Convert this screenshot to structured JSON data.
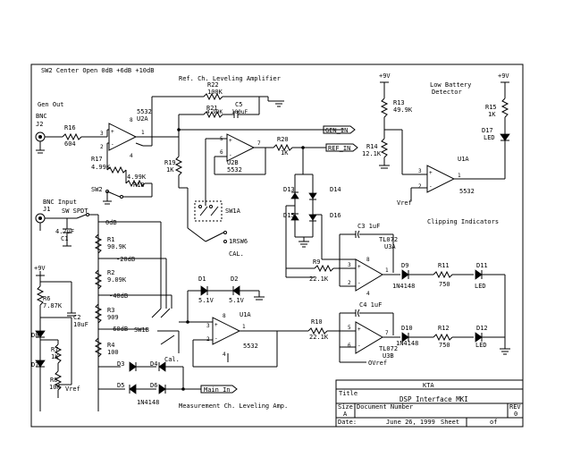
{
  "notes": {
    "switch_note": "SW2 Center Open  0dB +6dB +10dB",
    "ref_amp": "Ref. Ch. Leveling Amplifier",
    "meas_amp": "Measurement Ch. Leveling Amp.",
    "low_battery": [
      "Low Battery",
      "Detector"
    ],
    "clipping": "Clipping Indicators",
    "gen_out": "Gen Out",
    "bnc_j2": [
      "BNC",
      "J2"
    ],
    "bnc_j1": [
      "BNC Input",
      "J1"
    ],
    "sw_spdt": "SW SPDT"
  },
  "nets": {
    "gen_in": "GEN_IN",
    "ref_in": "REF_IN",
    "main_in": "Main In",
    "vref": "Vref",
    "ovref": "OVref",
    "plus9v": "+9V"
  },
  "components": {
    "r16": [
      "R16",
      "604"
    ],
    "r17": [
      "R17",
      "4.99K"
    ],
    "r18": [
      "4.99K",
      "R18"
    ],
    "r19": [
      "R19",
      "1K"
    ],
    "r20": [
      "R20",
      "1K"
    ],
    "r21": [
      "R21",
      "4.99K"
    ],
    "r22": [
      "R22",
      "100K"
    ],
    "c5": [
      "C5",
      "100uF"
    ],
    "u2a": [
      "5532",
      "U2A"
    ],
    "u2b": [
      "U2B",
      "5532"
    ],
    "sw2": "SW2",
    "sw1a": "SW1A",
    "sw1rsw6": "1RSW6",
    "cal": "CAL.",
    "cal2": "Cal.",
    "c1": [
      "4.7uF",
      "C1"
    ],
    "r1": [
      "R1",
      "90.9K"
    ],
    "r2": [
      "R2",
      "9.09K"
    ],
    "r3": [
      "R3",
      "909"
    ],
    "r4": [
      "R4",
      "100"
    ],
    "db0": "0dB",
    "db20": "-20dB",
    "db40": "-40dB",
    "db60": "-60dB",
    "sw1b": "SW1B",
    "d1": [
      "D1",
      "5.1V"
    ],
    "d2": [
      "D2",
      "5.1V"
    ],
    "u1a": [
      "U1A",
      "5532"
    ],
    "d3": "D3",
    "d4": "D4",
    "d5": "D5",
    "d6": "D6",
    "d_part": "1N4148",
    "r6": [
      "R6",
      "7.87K"
    ],
    "c2": [
      "C2",
      "10uF"
    ],
    "r7": [
      "R7",
      "1K"
    ],
    "r8": [
      "R8",
      "10K"
    ],
    "d7": "D7",
    "d8": "D8",
    "d13": "D13",
    "d14": "D14",
    "d15": "D15",
    "d16": "D16",
    "r9": [
      "R9",
      "22.1K"
    ],
    "r10": [
      "R10",
      "22.1K"
    ],
    "c3": "C3 1uF",
    "c4": "C4 1uF",
    "u3a": [
      "TL072",
      "U3A"
    ],
    "u3b": [
      "TL072",
      "U3B"
    ],
    "d9": "D9",
    "d10": "D10",
    "r11": [
      "R11",
      "750"
    ],
    "r12": [
      "R12",
      "750"
    ],
    "d11": [
      "D11",
      "LED"
    ],
    "d12": [
      "D12",
      "LED"
    ],
    "r13": [
      "R13",
      "49.9K"
    ],
    "r14": [
      "R14",
      "12.1K"
    ],
    "r15": [
      "R15",
      "1K"
    ],
    "d17": [
      "D17",
      "LED"
    ],
    "u1a_bat": [
      "U1A",
      "5532"
    ]
  },
  "title_block": {
    "company": "KTA",
    "title_label": "Title",
    "title": "DSP Interface MKI",
    "size_label": "Size",
    "size": "A",
    "docnum_label": "Document Number",
    "rev_label": "REV",
    "rev": "0",
    "date_label": "Date:",
    "date": "June 26, 1999",
    "sheet_label": "Sheet",
    "of_label": "of"
  }
}
